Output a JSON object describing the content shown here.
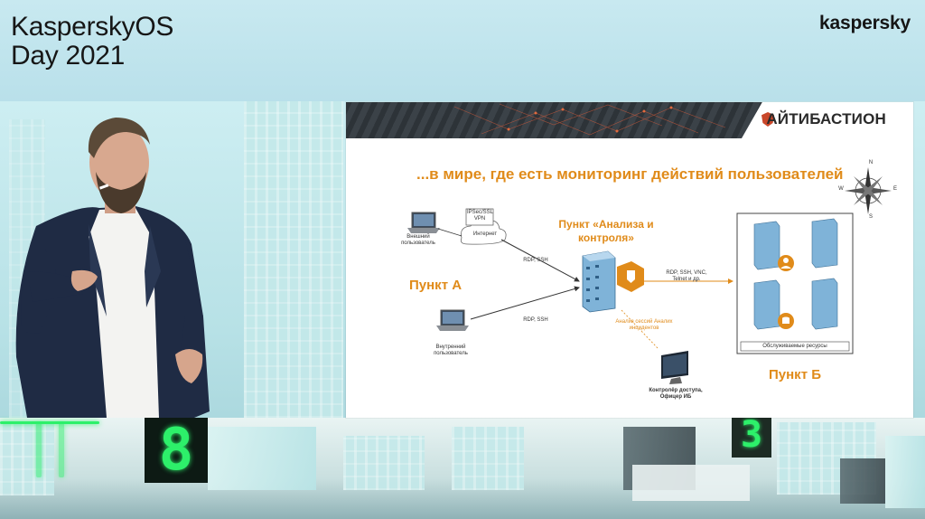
{
  "event": {
    "title_line1": "KasperskyOS",
    "title_line2": "Day 2021",
    "brand": "kaspersky"
  },
  "slide": {
    "logo": "АЙТИБАСТИОН",
    "title": "...в мире, где есть мониторинг действий пользователей",
    "nodes": {
      "external_user": "Внешний пользователь",
      "internet": "Интернет",
      "vpn": "IPSec/SSL VPN",
      "internal_user": "Внутренний пользователь",
      "point_a": "Пункт А",
      "control_point": "Пункт «Анализа и контроля»",
      "proto_1": "RDP, SSH",
      "proto_2": "RDP, SSH",
      "proto_3": "RDP, SSH, VNC, Telnet и др.",
      "sessions": "Анализ сессий Аналих инцидентов",
      "operator": "Контролёр доступа, Офицер ИБ",
      "resources": "Обслуживаемые ресурсы",
      "point_b": "Пункт Б",
      "compass": [
        "N",
        "E",
        "S",
        "W"
      ]
    },
    "colors": {
      "accent": "#e08b1a",
      "logo_red": "#c9472a"
    }
  },
  "backdrop": {
    "digits": [
      "8",
      "3"
    ],
    "glow_color": "#2df06a"
  }
}
